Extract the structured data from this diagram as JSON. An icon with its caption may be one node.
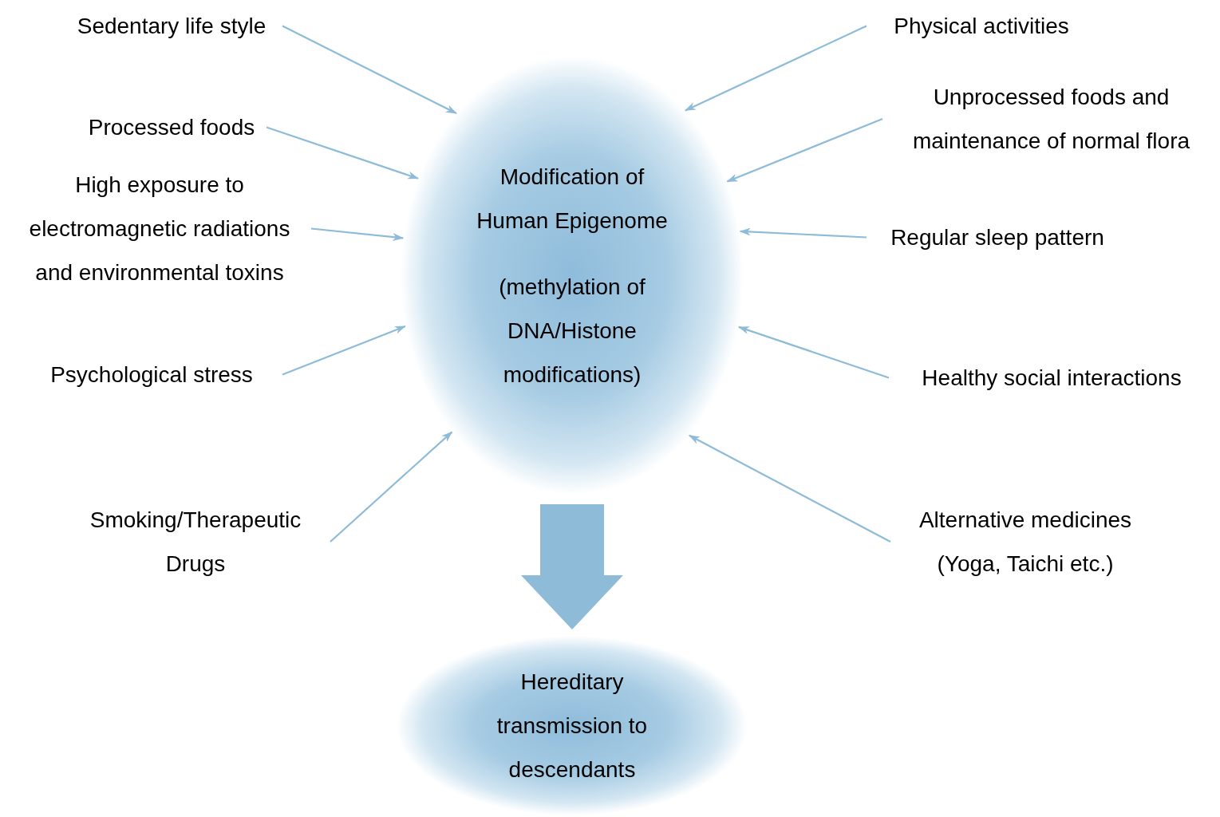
{
  "diagram": {
    "nodes": [
      {
        "text": [
          "Modification of Human Epigenome",
          "(methylation of DNA/Histone modifications)"
        ]
      },
      {
        "text": [
          "Sedentary life style"
        ]
      },
      {
        "text": [
          "Processed foods"
        ]
      },
      {
        "text": [
          "High exposure to electromagnetic radiations and environmental toxins"
        ]
      },
      {
        "text": [
          "Psychological stress"
        ]
      },
      {
        "text": [
          "Smoking/Therapeutic Drugs"
        ]
      },
      {
        "text": [
          "Physical activities"
        ]
      },
      {
        "text": [
          "Unprocessed foods and maintenance of normal flora"
        ]
      },
      {
        "text": [
          "Regular sleep pattern"
        ]
      },
      {
        "text": [
          "Healthy social interactions"
        ]
      },
      {
        "text": [
          "Alternative medicines (Yoga, Taichi etc.)"
        ]
      },
      {
        "text": [
          "Hereditary transmission to descendants"
        ]
      }
    ],
    "edges": [
      {
        "from": 1,
        "to": 0,
        "arrow": "to"
      },
      {
        "from": 2,
        "to": 0,
        "arrow": "to"
      },
      {
        "from": 3,
        "to": 0,
        "arrow": "to"
      },
      {
        "from": 4,
        "to": 0,
        "arrow": "to"
      },
      {
        "from": 5,
        "to": 0,
        "arrow": "to"
      },
      {
        "from": 6,
        "to": 0,
        "arrow": "to"
      },
      {
        "from": 7,
        "to": 0,
        "arrow": "to"
      },
      {
        "from": 8,
        "to": 0,
        "arrow": "to"
      },
      {
        "from": 9,
        "to": 0,
        "arrow": "to"
      },
      {
        "from": 10,
        "to": 0,
        "arrow": "to"
      },
      {
        "from": 0,
        "to": 11,
        "arrow": "to",
        "style": "thick"
      }
    ]
  }
}
